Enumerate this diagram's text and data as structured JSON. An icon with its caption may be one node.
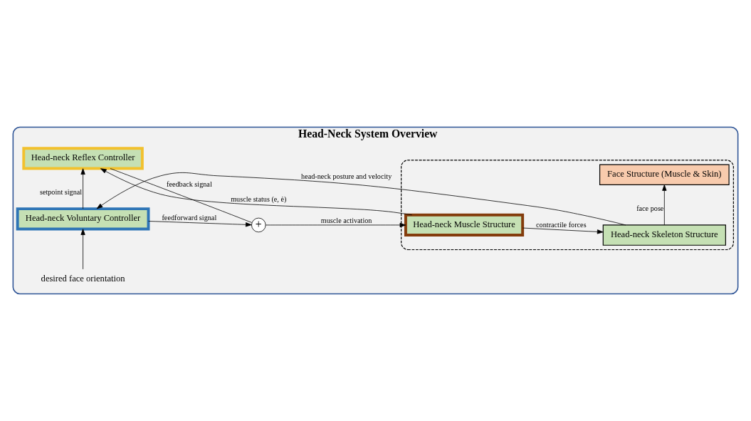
{
  "diagram": {
    "nodes": [
      {
        "text": [
          "Head-Neck System Overview"
        ]
      },
      {
        "text": [
          "Head-neck Voluntary Controller"
        ],
        "in": 0
      },
      {
        "text": [
          "Head-neck Reflex Controller"
        ],
        "in": 0
      },
      {
        "text": [
          "+"
        ],
        "in": 0
      },
      {
        "text": [],
        "shape": "box",
        "in": 0
      },
      {
        "text": [
          "Head-neck Muscle Structure"
        ],
        "in": 4
      },
      {
        "text": [
          "Head-neck Skeleton Structure"
        ],
        "in": 4
      },
      {
        "text": [
          "Face Structure (Muscle & Skin)"
        ],
        "in": 4
      },
      {
        "text": [
          "desired face orientation"
        ],
        "in": 0
      }
    ],
    "edges": [
      {
        "from": 8,
        "to": 1,
        "arrow": "to"
      },
      {
        "from": 1,
        "to": 2,
        "arrow": "to",
        "label": "setpoint signal"
      },
      {
        "from": 1,
        "to": 3,
        "arrow": "to",
        "label": "feedforward signal"
      },
      {
        "from": 2,
        "to": 3,
        "arrow": "none",
        "label": "feedback signal"
      },
      {
        "from": 3,
        "to": 5,
        "arrow": "to",
        "label": "muscle activation"
      },
      {
        "from": 5,
        "to": 6,
        "arrow": "to",
        "label": "contractile forces"
      },
      {
        "from": 6,
        "to": 1,
        "arrow": "to",
        "label": "head-neck posture and velocity"
      },
      {
        "from": 6,
        "to": 7,
        "arrow": "to",
        "label": "face pose"
      },
      {
        "from": 5,
        "to": 2,
        "arrow": "to",
        "label": "muscle status (e, ė)"
      }
    ]
  }
}
